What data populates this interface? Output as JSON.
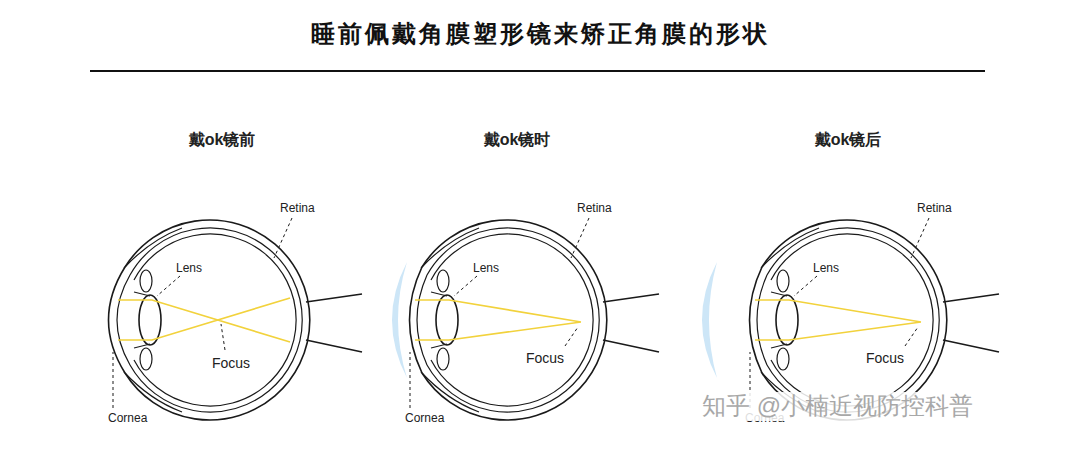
{
  "diagram": {
    "title": "睡前佩戴角膜塑形镜来矫正角膜的形状",
    "labels": [
      "戴ok镜前",
      "Retina",
      "Lens",
      "Focus",
      "Cornea",
      "戴ok镜时",
      "Retina",
      "Lens",
      "Focus",
      "Cornea",
      "戴ok镜后",
      "Retina",
      "Lens",
      "Focus",
      "Cornea",
      "知乎 @小楠近视防控科普"
    ]
  }
}
